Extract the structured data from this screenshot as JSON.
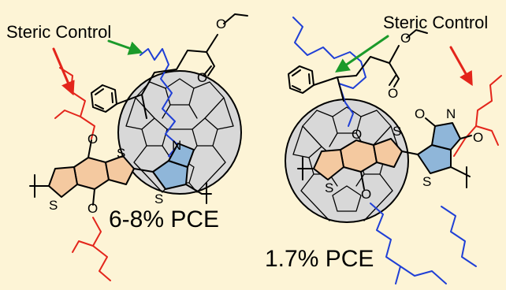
{
  "colors": {
    "background": "#fdf4d6",
    "blue_chain": "#1f3fd6",
    "red_chain": "#e3251b",
    "arrow_green": "#1b9a2a",
    "arrow_red": "#e3251b",
    "thiophene_fill": "#8fb6d9",
    "benzodithiophene_fill": "#f4c9a0",
    "fullerene_fill": "#d8d8d8"
  },
  "left_panel": {
    "steric_label": "Steric Control",
    "pce_label": "6-8% PCE",
    "atoms": {
      "o_top": "O",
      "o_bottom": "O",
      "s_bdt_left": "S",
      "s_bdt_right": "S",
      "s_thiophene": "S",
      "n_imide": "N",
      "o_ester_carbonyl": "O",
      "o_ester_methoxy": "O"
    }
  },
  "right_panel": {
    "steric_label": "Steric Control",
    "pce_label": "1.7% PCE",
    "atoms": {
      "o_top": "O",
      "o_bottom": "O",
      "s_bdt_left": "S",
      "s_bdt_right": "S",
      "s_thiophene": "S",
      "n_imide": "N",
      "o_imide_left": "O",
      "o_imide_right": "O",
      "o_ester_carbonyl": "O",
      "o_ester_methoxy": "O"
    }
  }
}
